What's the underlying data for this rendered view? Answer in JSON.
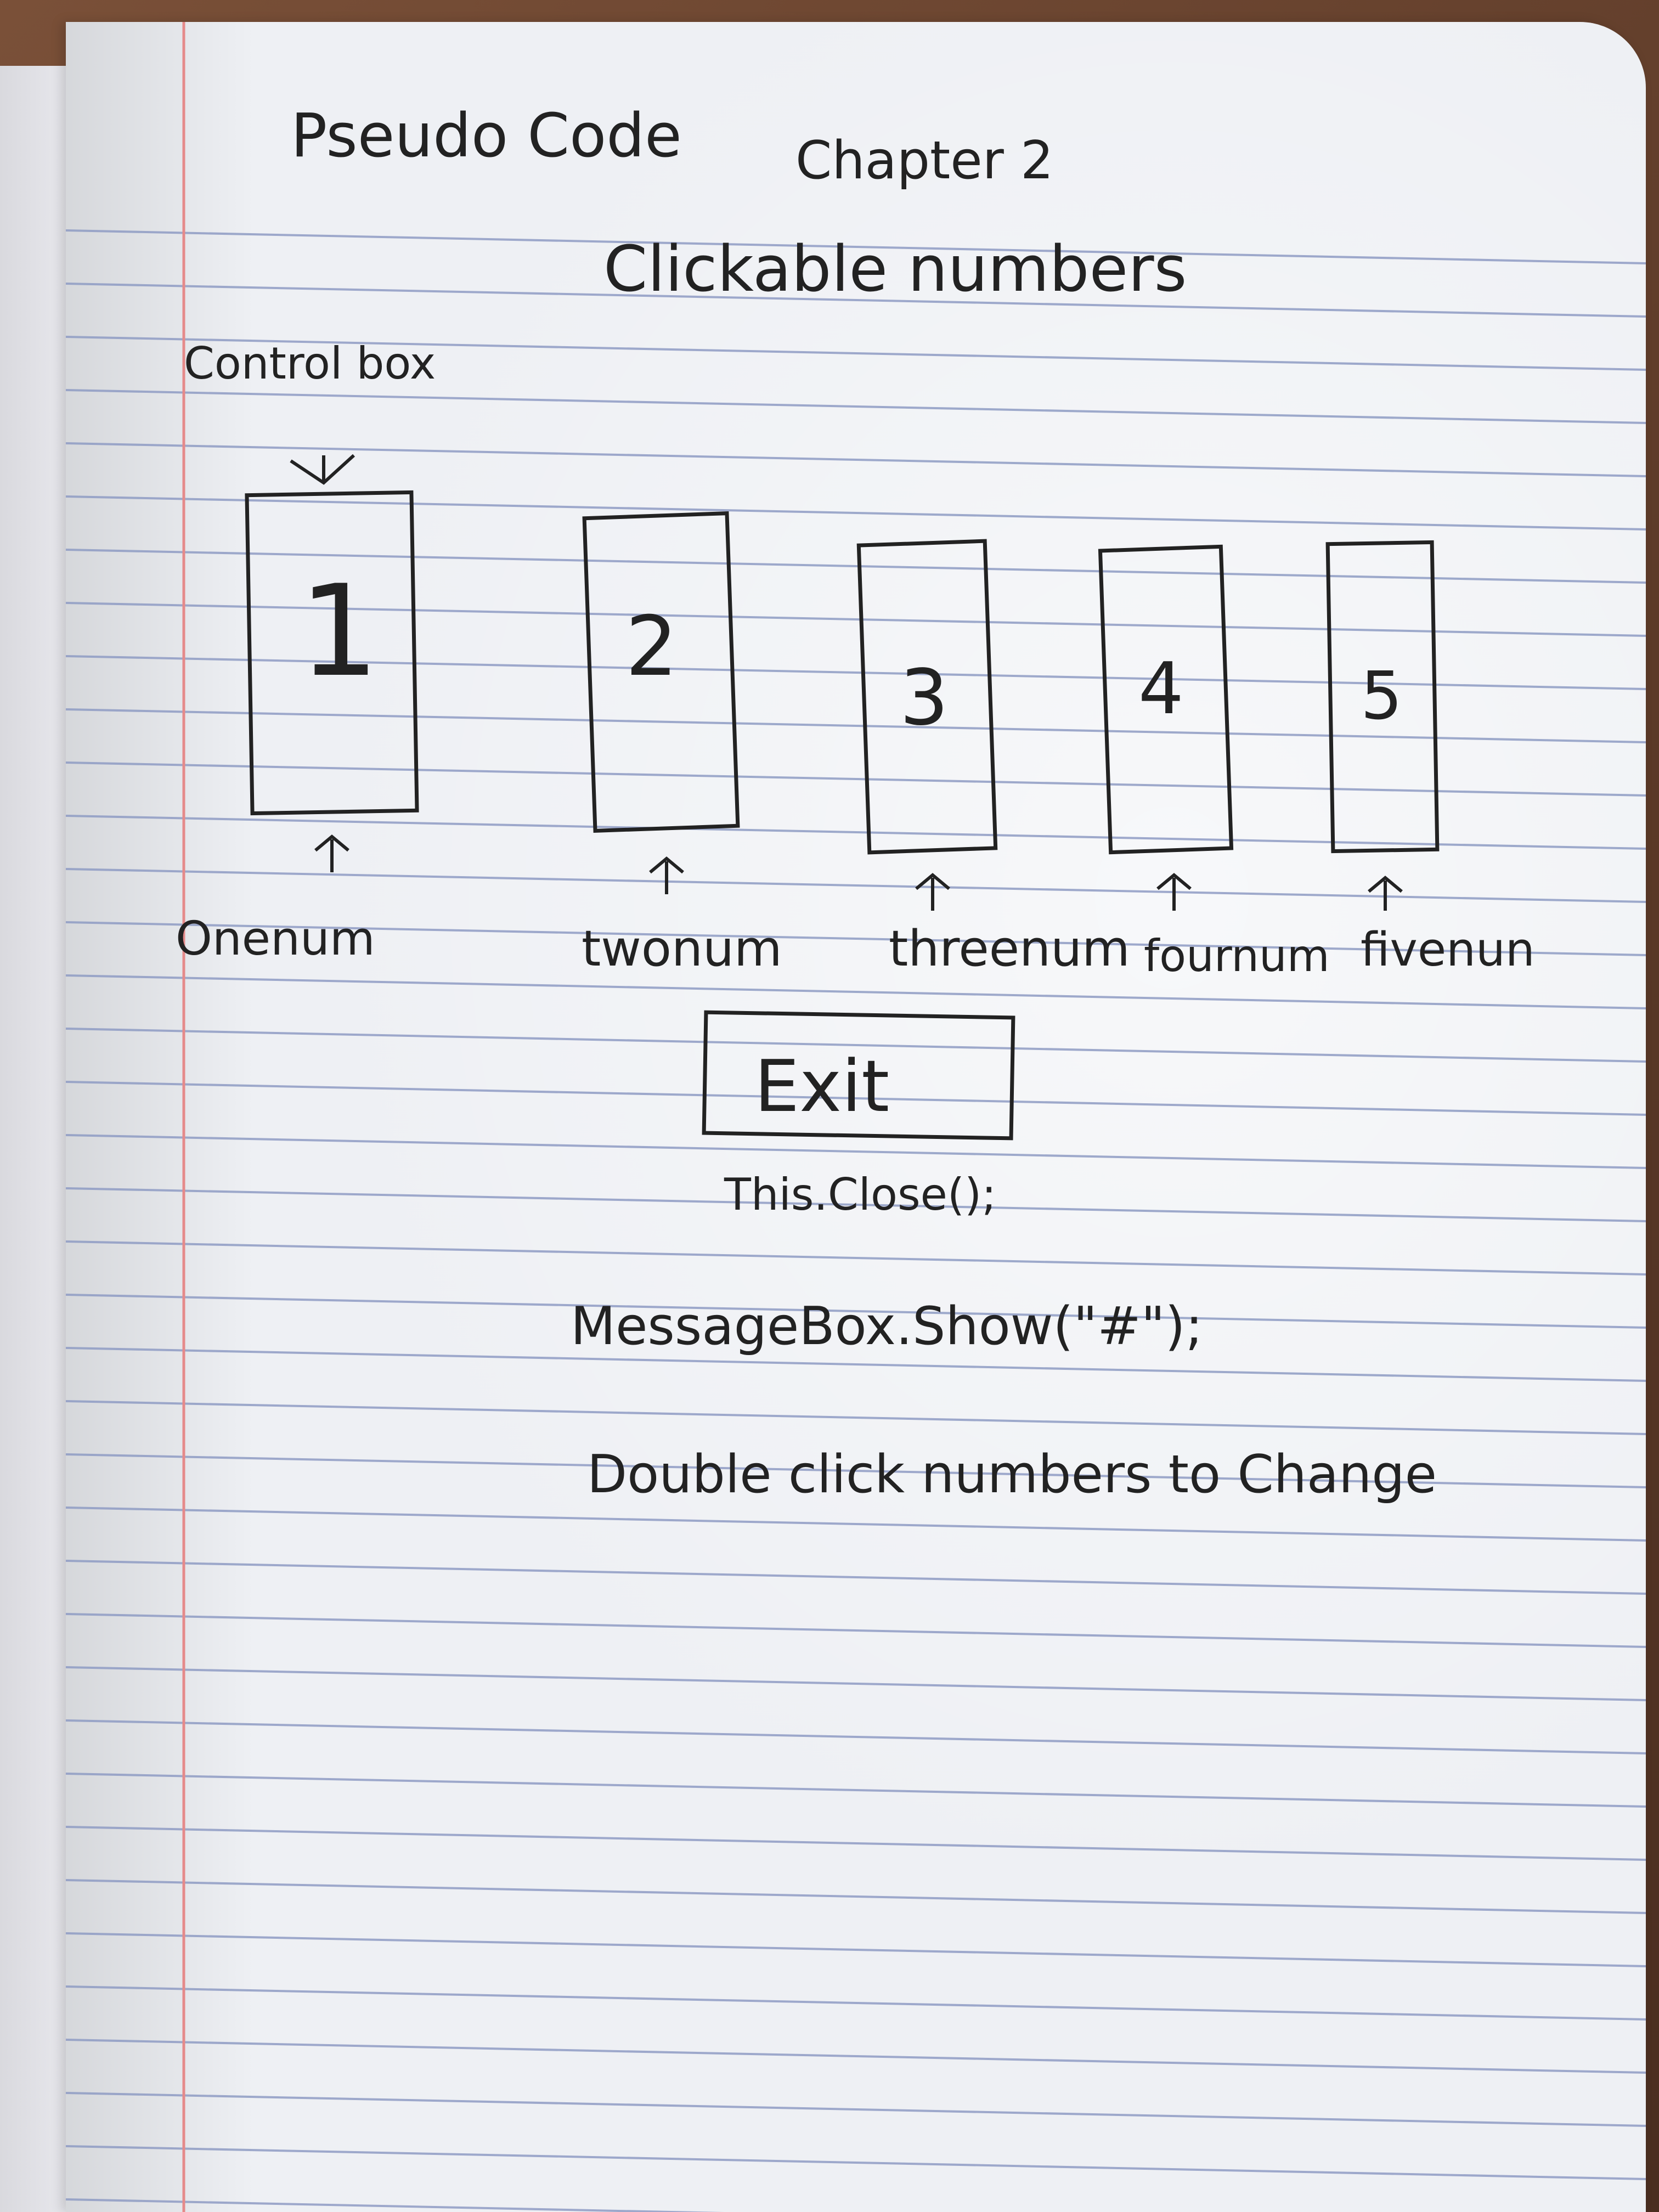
{
  "notebook": {
    "header": {
      "title": "Pseudo Code",
      "chapter": "Chapter 2",
      "subtitle": "Clickable numbers"
    },
    "control_box_label": "Control box",
    "number_boxes": [
      {
        "value": "1",
        "name": "Onenum"
      },
      {
        "value": "2",
        "name": "twonum"
      },
      {
        "value": "3",
        "name": "threenum"
      },
      {
        "value": "4",
        "name": "fournum"
      },
      {
        "value": "5",
        "name": "fivenun"
      }
    ],
    "exit_button": {
      "label": "Exit",
      "code": "This.Close();"
    },
    "notes": [
      "MessageBox.Show(\"#\");",
      "Double click numbers to Change"
    ]
  }
}
